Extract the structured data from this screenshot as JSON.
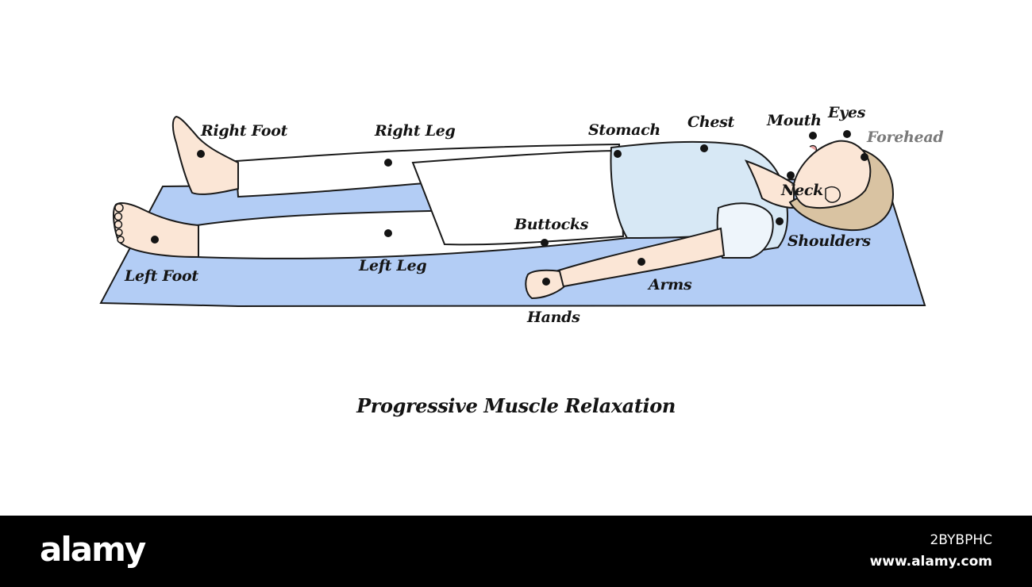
{
  "title": "Progressive Muscle Relaxation",
  "labels": {
    "right_foot": "Right Foot",
    "right_leg": "Right Leg",
    "stomach": "Stomach",
    "chest": "Chest",
    "mouth": "Mouth",
    "eyes": "Eyes",
    "forehead": "Forehead",
    "neck": "Neck",
    "shoulders": "Shoulders",
    "buttocks": "Buttocks",
    "arms": "Arms",
    "left_foot": "Left Foot",
    "left_leg": "Left Leg",
    "hands": "Hands"
  },
  "footer": {
    "brand": "alamy",
    "image_id": "2BYBPHC",
    "url": "www.alamy.com"
  },
  "colors": {
    "mat": "#b3cdf5",
    "skin": "#fbe6d6",
    "shirt": "#d7e8f5",
    "pants": "#ffffff",
    "hair": "#d9c3a2",
    "dot": "#141414"
  }
}
